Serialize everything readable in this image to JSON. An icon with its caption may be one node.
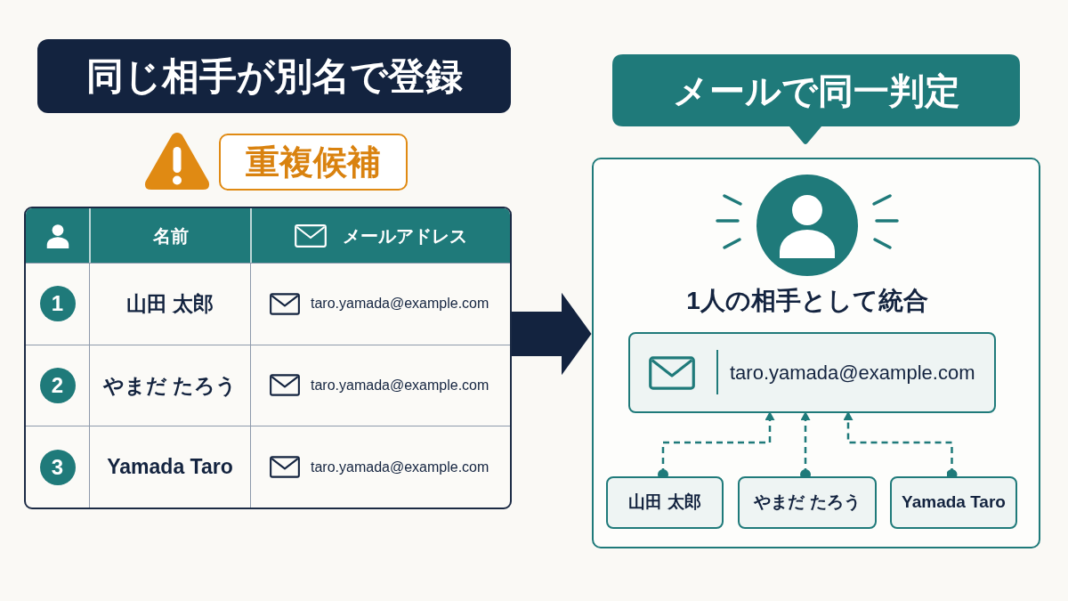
{
  "diagram": {
    "nodes": [
      {
        "text": [
          "同じ相手が別名で登録"
        ]
      },
      {
        "text": [
          "重複候補"
        ]
      },
      {
        "text": [
          "名前",
          "メールアドレス",
          "1",
          "山田 太郎",
          "taro.yamada@example.com",
          "2",
          "やまだ たろう",
          "taro.yamada@example.com",
          "3",
          "Yamada Taro",
          "taro.yamada@example.com"
        ]
      },
      {
        "text": [
          "メールで同一判定"
        ]
      },
      {
        "text": [
          "1人の相手として統合"
        ]
      },
      {
        "text": [
          "taro.yamada@example.com"
        ],
        "in": 4
      },
      {
        "text": [
          "山田 太郎"
        ],
        "in": 4
      },
      {
        "text": [
          "やまだ たろう"
        ],
        "in": 4
      },
      {
        "text": [
          "Yamada Taro"
        ],
        "in": 4
      }
    ],
    "edges": [
      {
        "from": 2,
        "to": 4,
        "arrow": "to",
        "style": "thick",
        "color": "#13233f"
      },
      {
        "from": 6,
        "to": 5,
        "arrow": "to",
        "style": "dashed"
      },
      {
        "from": 7,
        "to": 5,
        "arrow": "to",
        "style": "dashed"
      },
      {
        "from": 8,
        "to": 5,
        "arrow": "to",
        "style": "dashed"
      }
    ]
  }
}
